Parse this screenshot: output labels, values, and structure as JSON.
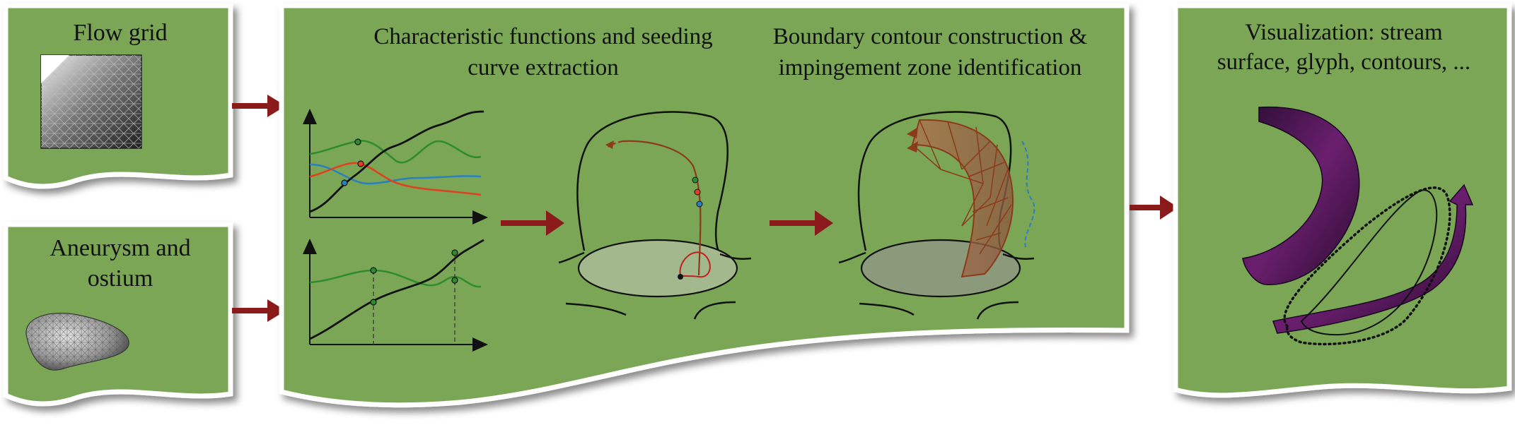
{
  "panels": {
    "flow_grid": {
      "title": "Flow grid"
    },
    "aneurysm": {
      "title_line1": "Aneurysm and",
      "title_line2": "ostium"
    },
    "processing": {
      "step1_line1": "Characteristic functions and seeding",
      "step1_line2": "curve extraction",
      "step2_line1": "Boundary contour construction &",
      "step2_line2": "impingement zone identification"
    },
    "visualization": {
      "title_line1": "Visualization: stream",
      "title_line2": "surface, glyph, contours, ..."
    }
  },
  "colors": {
    "panel_green": "#7aa656",
    "arrow_red": "#8b1a1a",
    "curve_green": "#2e8b2e",
    "curve_blue": "#2a7fc0",
    "curve_red": "#e0401e",
    "surface_brown": "#a0583a",
    "glyph_purple": "#3a1040"
  },
  "icons": [
    "flow-grid-mesh-image",
    "aneurysm-mesh-image",
    "stream-surface-image",
    "glyph-image"
  ]
}
